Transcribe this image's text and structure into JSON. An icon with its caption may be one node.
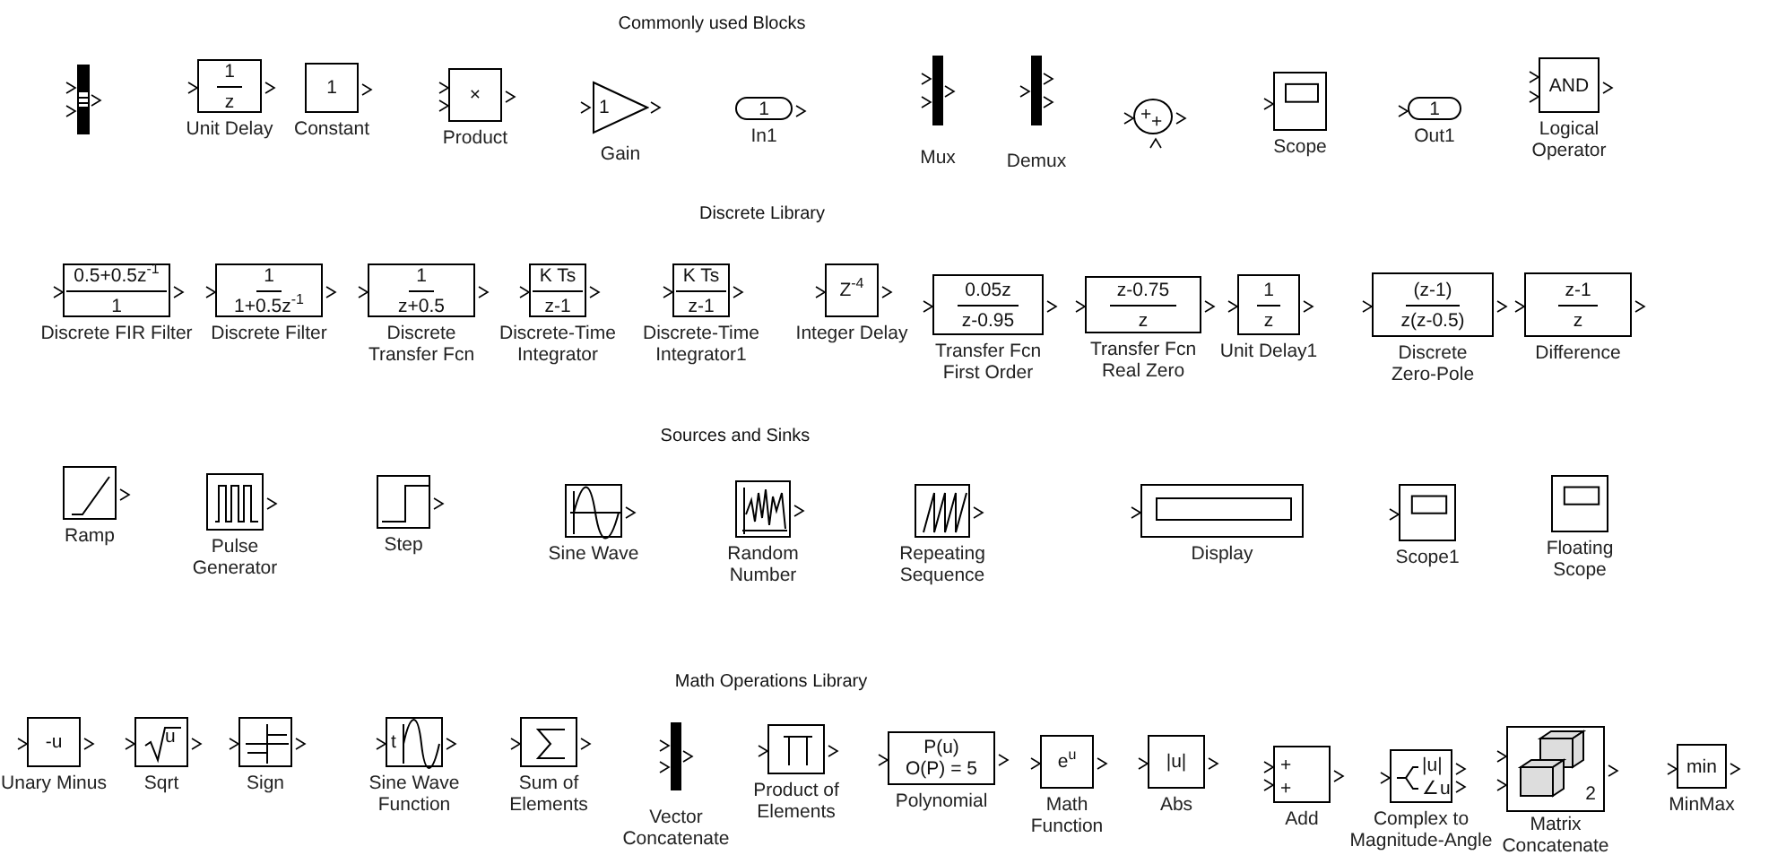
{
  "diagram": {
    "nodes": [
      {
        "text": [],
        "shape": "bar"
      },
      {
        "text": [
          "1",
          "z",
          "Unit Delay"
        ]
      },
      {
        "text": [
          "1",
          "Constant"
        ]
      },
      {
        "text": [
          "×",
          "Product"
        ]
      },
      {
        "text": [
          "1",
          "Gain"
        ]
      },
      {
        "text": [
          "1",
          "In1"
        ]
      },
      {
        "text": [
          "Mux"
        ]
      },
      {
        "text": [
          "Demux"
        ]
      },
      {
        "text": [
          "+",
          "+"
        ]
      },
      {
        "text": [
          "Scope"
        ]
      },
      {
        "text": [
          "1",
          "Out1"
        ]
      },
      {
        "text": [
          "AND",
          "Logical Operator"
        ]
      },
      {
        "text": [
          "0.5+0.5z$^{-1}$",
          "1",
          "Discrete FIR Filter"
        ]
      },
      {
        "text": [
          "1",
          "1+0.5z$^{-1}$",
          "Discrete Filter"
        ]
      },
      {
        "text": [
          "1",
          "z+0.5",
          "Discrete Transfer Fcn"
        ]
      },
      {
        "text": [
          "K Ts",
          "z-1",
          "Discrete-Time Integrator"
        ]
      },
      {
        "text": [
          "K Ts",
          "z-1",
          "Discrete-Time Integrator1"
        ]
      },
      {
        "text": [
          "Z$^{-4}$",
          "Integer Delay"
        ]
      },
      {
        "text": [
          "0.05z",
          "z-0.95",
          "Transfer Fcn First Order"
        ]
      },
      {
        "text": [
          "z-0.75",
          "z",
          "Transfer Fcn Real Zero"
        ]
      },
      {
        "text": [
          "1",
          "z",
          "Unit Delay1"
        ]
      },
      {
        "text": [
          "(z-1)",
          "z(z-0.5)",
          "Discrete Zero-Pole"
        ]
      },
      {
        "text": [
          "z-1",
          "z",
          "Difference"
        ]
      },
      {
        "text": [
          "Ramp"
        ]
      },
      {
        "text": [
          "Pulse Generator"
        ]
      },
      {
        "text": [
          "Step"
        ]
      },
      {
        "text": [
          "Sine Wave"
        ]
      },
      {
        "text": [
          "Random Number"
        ]
      },
      {
        "text": [
          "Repeating Sequence"
        ]
      },
      {
        "text": [
          "Display"
        ]
      },
      {
        "text": [
          "Scope1"
        ]
      },
      {
        "text": [
          "Floating Scope"
        ]
      },
      {
        "text": [
          "-u",
          "Unary Minus"
        ]
      },
      {
        "text": [
          "u",
          "Sqrt"
        ]
      },
      {
        "text": [
          "Sign"
        ]
      },
      {
        "text": [
          "t",
          "Sine Wave Function"
        ]
      },
      {
        "text": [
          "Sum of Elements"
        ]
      },
      {
        "text": [
          "Vector Concatenate"
        ]
      },
      {
        "text": [
          "Product of Elements"
        ]
      },
      {
        "text": [
          "P(u)",
          "O(P) = 5",
          "Polynomial"
        ]
      },
      {
        "text": [
          "e$^{u}$",
          "Math Function"
        ]
      },
      {
        "text": [
          "|u|",
          "Abs"
        ]
      },
      {
        "text": [
          "+",
          "+",
          "Add"
        ]
      },
      {
        "text": [
          "|u|",
          "∠u",
          "Complex to Magnitude-Angle"
        ]
      },
      {
        "text": [
          "2",
          "Matrix Concatenate"
        ]
      },
      {
        "text": [
          "min",
          "MinMax"
        ]
      }
    ],
    "labels": [
      "Commonly used Blocks",
      "Discrete Library",
      "Sources and Sinks",
      "Math Operations Library"
    ]
  }
}
